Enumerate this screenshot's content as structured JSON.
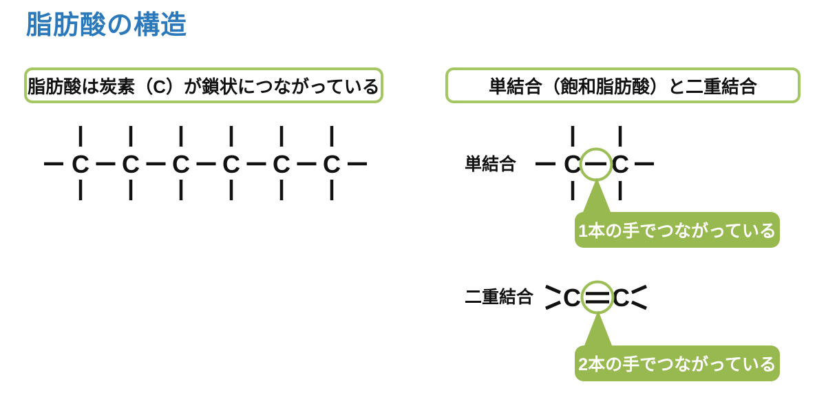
{
  "title": "脂肪酸の構造",
  "colors": {
    "title_blue": "#2b79bb",
    "box_border_green": "#a5c763",
    "callout_green": "#98b950",
    "circle_green": "#9cbe57",
    "bond_black": "#111111",
    "callout_text": "#ffffff",
    "background": "#ffffff"
  },
  "left_section": {
    "heading": "脂肪酸は炭素（C）が鎖状につながっている",
    "atom_symbol": "C",
    "atom_count": 6
  },
  "right_section": {
    "heading": "単結合（飽和脂肪酸）と二重結合",
    "single_bond": {
      "label": "単結合",
      "atom_symbol": "C",
      "callout": "1本の手でつながっている"
    },
    "double_bond": {
      "label": "二重結合",
      "atom_symbol": "C",
      "callout": "2本の手でつながっている"
    }
  }
}
